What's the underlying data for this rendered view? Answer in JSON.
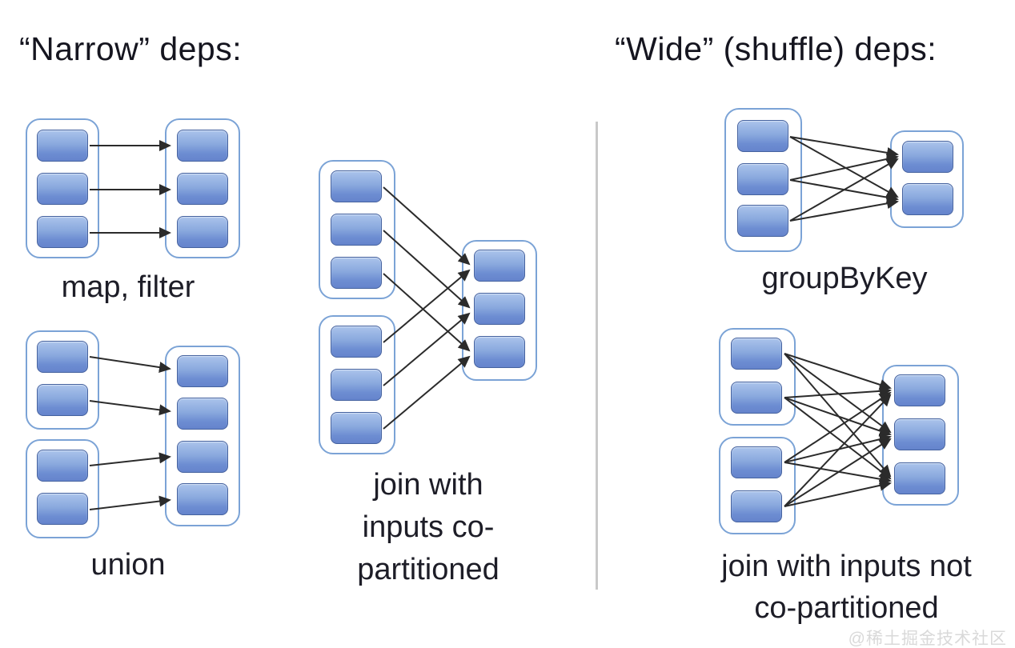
{
  "titles": {
    "narrow": "“Narrow” deps:",
    "wide": "“Wide” (shuffle) deps:"
  },
  "labels": {
    "map_filter": "map, filter",
    "union": "union",
    "join_co_line1": "join with",
    "join_co_line2": "inputs co-",
    "join_co_line3": "partitioned",
    "group_by_key": "groupByKey",
    "join_not_co_line1": "join with inputs not",
    "join_not_co_line2": "co-partitioned"
  },
  "watermark": "@稀土掘金技术社区",
  "colors": {
    "partition_fill_top": "#aac3eb",
    "partition_fill_bottom": "#6584cc",
    "partition_border": "#45629f",
    "rdd_border": "#7ba3d6",
    "arrow": "#2b2b2b",
    "divider": "#c9c9c9",
    "title_text": "#15151f",
    "watermark_text": "#d9d9d9",
    "background": "#ffffff"
  },
  "diagram": {
    "sections": [
      {
        "name": "narrow-dependencies",
        "title": "“Narrow” deps:",
        "examples": [
          {
            "label": "map, filter",
            "input_rdds": [
              {
                "partitions": 3
              }
            ],
            "output_partitions": 3,
            "pattern": "one-to-one"
          },
          {
            "label": "union",
            "input_rdds": [
              {
                "partitions": 2
              },
              {
                "partitions": 2
              }
            ],
            "output_partitions": 4,
            "pattern": "one-to-one"
          },
          {
            "label": "join with inputs co-partitioned",
            "input_rdds": [
              {
                "partitions": 3
              },
              {
                "partitions": 3
              }
            ],
            "output_partitions": 3,
            "pattern": "co-partitioned, two inputs per output partition"
          }
        ]
      },
      {
        "name": "wide-shuffle-dependencies",
        "title": "“Wide” (shuffle) deps:",
        "examples": [
          {
            "label": "groupByKey",
            "input_rdds": [
              {
                "partitions": 3
              }
            ],
            "output_partitions": 2,
            "pattern": "all-to-all shuffle"
          },
          {
            "label": "join with inputs not co-partitioned",
            "input_rdds": [
              {
                "partitions": 2
              },
              {
                "partitions": 2
              }
            ],
            "output_partitions": 3,
            "pattern": "all-to-all shuffle"
          }
        ]
      }
    ]
  }
}
